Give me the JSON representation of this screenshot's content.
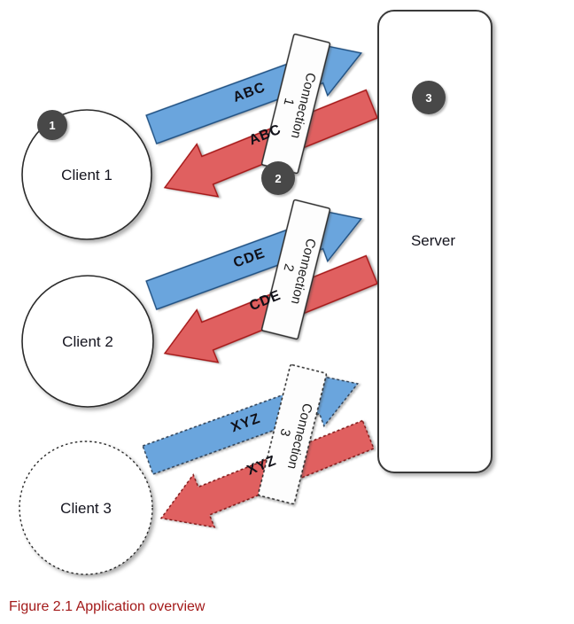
{
  "diagram": {
    "clients": [
      {
        "label": "Client 1",
        "style": "solid"
      },
      {
        "label": "Client 2",
        "style": "solid"
      },
      {
        "label": "Client 3",
        "style": "dotted"
      }
    ],
    "server": {
      "label": "Server"
    },
    "badges": [
      {
        "number": "1"
      },
      {
        "number": "2"
      },
      {
        "number": "3"
      }
    ],
    "connections": [
      {
        "name_line1": "Connection",
        "name_line2": "1",
        "to_server_label": "ABC",
        "to_client_label": "ABC",
        "style": "solid"
      },
      {
        "name_line1": "Connection",
        "name_line2": "2",
        "to_server_label": "CDE",
        "to_client_label": "CDE",
        "style": "solid"
      },
      {
        "name_line1": "Connection",
        "name_line2": "3",
        "to_server_label": "XYZ",
        "to_client_label": "XYZ",
        "style": "dashed"
      }
    ],
    "colors": {
      "arrow_to_server": "#6aa5dd",
      "arrow_to_client": "#e06060",
      "badge_fill": "#484848",
      "caption_text": "#a31a1a"
    }
  },
  "caption": "Figure 2.1 Application overview"
}
